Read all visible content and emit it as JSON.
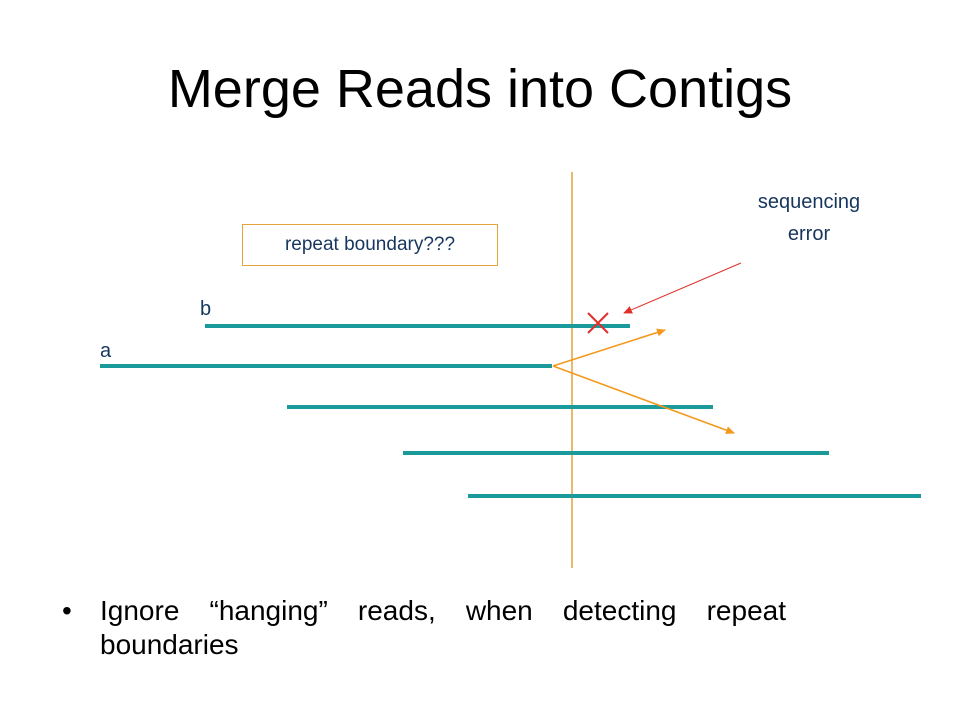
{
  "title": "Merge Reads into Contigs",
  "diagram": {
    "repeat_boundary_label": "repeat boundary???",
    "sequencing_error_label_line1": "sequencing",
    "sequencing_error_label_line2": "error",
    "read_a_label": "a",
    "read_b_label": "b",
    "colors": {
      "read_line": "#1a9a9a",
      "boundary_line": "#e3a43b",
      "arrow": "#f39a1e",
      "error_marker": "#e0302a",
      "pointer_arrow": "#e0302a"
    }
  },
  "bullets": [
    {
      "dot": "•",
      "text": "Ignore “hanging” reads, when detecting repeat boundaries"
    }
  ]
}
